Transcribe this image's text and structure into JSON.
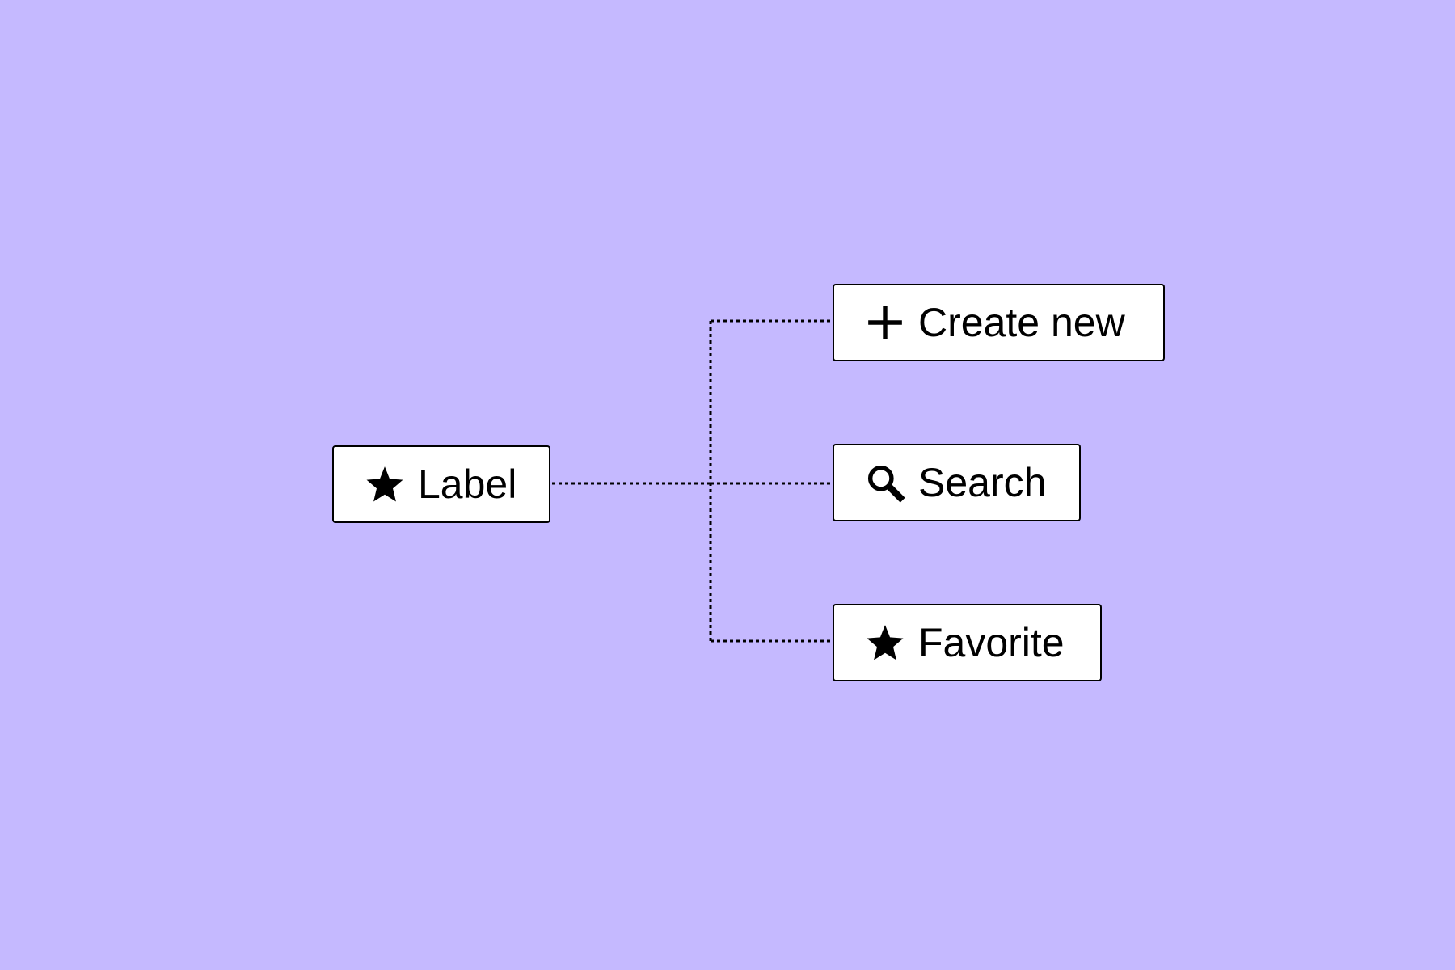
{
  "diagram": {
    "background_color": "#c5b9ff",
    "root": {
      "label": "Label",
      "icon": "star-icon"
    },
    "children": [
      {
        "label": "Create new",
        "icon": "plus-icon"
      },
      {
        "label": "Search",
        "icon": "search-icon"
      },
      {
        "label": "Favorite",
        "icon": "star-icon"
      }
    ]
  }
}
